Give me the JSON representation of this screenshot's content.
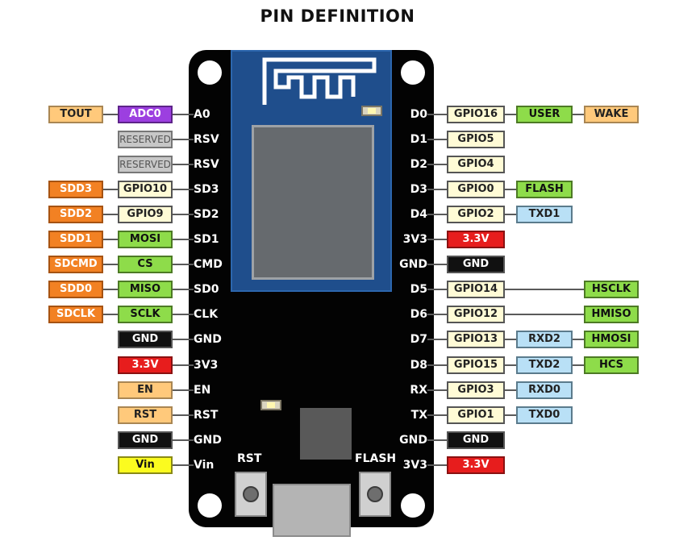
{
  "title": "PIN DEFINITION",
  "board": {
    "rst_label": "RST",
    "flash_label": "FLASH"
  },
  "left_pins": [
    {
      "pin": "A0",
      "labels": [
        {
          "text": "ADC0",
          "color": "purple"
        },
        {
          "text": "TOUT",
          "color": "peach"
        }
      ]
    },
    {
      "pin": "RSV",
      "labels": [
        {
          "text": "RESERVED",
          "color": "grey"
        }
      ]
    },
    {
      "pin": "RSV",
      "labels": [
        {
          "text": "RESERVED",
          "color": "grey"
        }
      ]
    },
    {
      "pin": "SD3",
      "labels": [
        {
          "text": "GPIO10",
          "color": "gpio"
        },
        {
          "text": "SDD3",
          "color": "orange"
        }
      ]
    },
    {
      "pin": "SD2",
      "labels": [
        {
          "text": "GPIO9",
          "color": "gpio"
        },
        {
          "text": "SDD2",
          "color": "orange"
        }
      ]
    },
    {
      "pin": "SD1",
      "labels": [
        {
          "text": "MOSI",
          "color": "green"
        },
        {
          "text": "SDD1",
          "color": "orange"
        }
      ]
    },
    {
      "pin": "CMD",
      "labels": [
        {
          "text": "CS",
          "color": "green"
        },
        {
          "text": "SDCMD",
          "color": "orange"
        }
      ]
    },
    {
      "pin": "SD0",
      "labels": [
        {
          "text": "MISO",
          "color": "green"
        },
        {
          "text": "SDD0",
          "color": "orange"
        }
      ]
    },
    {
      "pin": "CLK",
      "labels": [
        {
          "text": "SCLK",
          "color": "green"
        },
        {
          "text": "SDCLK",
          "color": "orange"
        }
      ]
    },
    {
      "pin": "GND",
      "labels": [
        {
          "text": "GND",
          "color": "black"
        }
      ]
    },
    {
      "pin": "3V3",
      "labels": [
        {
          "text": "3.3V",
          "color": "red"
        }
      ]
    },
    {
      "pin": "EN",
      "labels": [
        {
          "text": "EN",
          "color": "peach"
        }
      ]
    },
    {
      "pin": "RST",
      "labels": [
        {
          "text": "RST",
          "color": "peach"
        }
      ]
    },
    {
      "pin": "GND",
      "labels": [
        {
          "text": "GND",
          "color": "black"
        }
      ]
    },
    {
      "pin": "Vin",
      "labels": [
        {
          "text": "Vin",
          "color": "yellow"
        }
      ]
    }
  ],
  "right_pins": [
    {
      "pin": "D0",
      "labels": [
        {
          "text": "GPIO16",
          "color": "gpio",
          "col": 0
        },
        {
          "text": "USER",
          "color": "green",
          "col": 1
        },
        {
          "text": "WAKE",
          "color": "peach",
          "col": 2
        }
      ]
    },
    {
      "pin": "D1",
      "labels": [
        {
          "text": "GPIO5",
          "color": "gpio",
          "col": 0
        }
      ]
    },
    {
      "pin": "D2",
      "labels": [
        {
          "text": "GPIO4",
          "color": "gpio",
          "col": 0
        }
      ]
    },
    {
      "pin": "D3",
      "labels": [
        {
          "text": "GPIO0",
          "color": "gpio",
          "col": 0
        },
        {
          "text": "FLASH",
          "color": "green",
          "col": 1
        }
      ]
    },
    {
      "pin": "D4",
      "labels": [
        {
          "text": "GPIO2",
          "color": "gpio",
          "col": 0
        },
        {
          "text": "TXD1",
          "color": "blue",
          "col": 1
        }
      ]
    },
    {
      "pin": "3V3",
      "labels": [
        {
          "text": "3.3V",
          "color": "red",
          "col": 0
        }
      ]
    },
    {
      "pin": "GND",
      "labels": [
        {
          "text": "GND",
          "color": "black",
          "col": 0
        }
      ]
    },
    {
      "pin": "D5",
      "labels": [
        {
          "text": "GPIO14",
          "color": "gpio",
          "col": 0
        },
        {
          "text": "HSCLK",
          "color": "green",
          "col": 2
        }
      ]
    },
    {
      "pin": "D6",
      "labels": [
        {
          "text": "GPIO12",
          "color": "gpio",
          "col": 0
        },
        {
          "text": "HMISO",
          "color": "green",
          "col": 2
        }
      ]
    },
    {
      "pin": "D7",
      "labels": [
        {
          "text": "GPIO13",
          "color": "gpio",
          "col": 0
        },
        {
          "text": "RXD2",
          "color": "blue",
          "col": 1
        },
        {
          "text": "HMOSI",
          "color": "green",
          "col": 2
        }
      ]
    },
    {
      "pin": "D8",
      "labels": [
        {
          "text": "GPIO15",
          "color": "gpio",
          "col": 0
        },
        {
          "text": "TXD2",
          "color": "blue",
          "col": 1
        },
        {
          "text": "HCS",
          "color": "green",
          "col": 2
        }
      ]
    },
    {
      "pin": "RX",
      "labels": [
        {
          "text": "GPIO3",
          "color": "gpio",
          "col": 0
        },
        {
          "text": "RXD0",
          "color": "blue",
          "col": 1
        }
      ]
    },
    {
      "pin": "TX",
      "labels": [
        {
          "text": "GPIO1",
          "color": "gpio",
          "col": 0
        },
        {
          "text": "TXD0",
          "color": "blue",
          "col": 1
        }
      ]
    },
    {
      "pin": "GND",
      "labels": [
        {
          "text": "GND",
          "color": "black",
          "col": 0
        }
      ]
    },
    {
      "pin": "3V3",
      "labels": [
        {
          "text": "3.3V",
          "color": "red",
          "col": 0
        }
      ]
    }
  ]
}
